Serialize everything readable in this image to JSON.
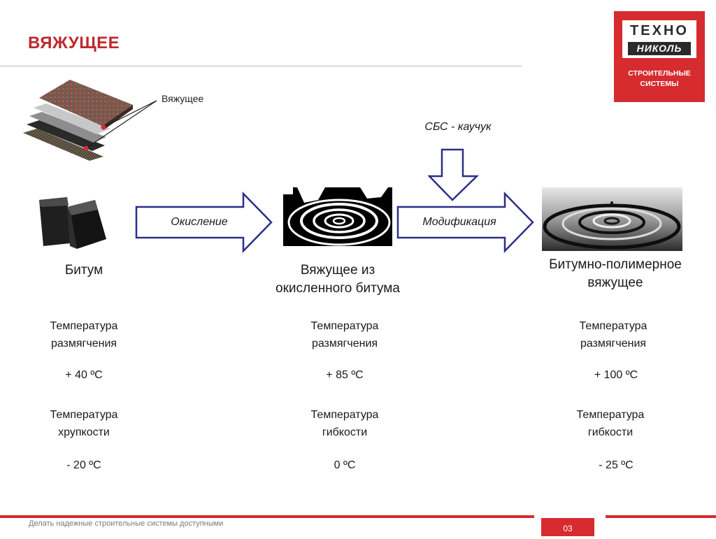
{
  "header": {
    "title": "ВЯЖУЩЕЕ"
  },
  "logo": {
    "line1": "ТЕХНО",
    "line2": "НИКОЛЬ",
    "subtitle_line1": "СТРОИТЕЛЬНЫЕ",
    "subtitle_line2": "СИСТЕМЫ"
  },
  "callout": {
    "label": "Вяжущее"
  },
  "additive": {
    "label": "СБС - каучук"
  },
  "process": {
    "arrow1_label": "Окисление",
    "arrow2_label": "Модификация"
  },
  "columns": [
    {
      "name_line1": "Битум",
      "name_line2": "",
      "param1_line1": "Температура",
      "param1_line2": "размягчения",
      "param1_value": "+ 40 ºС",
      "param2_line1": "Температура",
      "param2_line2": "хрупкости",
      "param2_value": "- 20 ºС"
    },
    {
      "name_line1": "Вяжущее из",
      "name_line2": "окисленного битума",
      "param1_line1": "Температура",
      "param1_line2": "размягчения",
      "param1_value": "+ 85 ºС",
      "param2_line1": "Температура",
      "param2_line2": "гибкости",
      "param2_value": "0 ºС"
    },
    {
      "name_line1": "Битумно-полимерное",
      "name_line2": "вяжущее",
      "param1_line1": "Температура",
      "param1_line2": "размягчения",
      "param1_value": "+ 100 ºС",
      "param2_line1": "Температура",
      "param2_line2": "гибкости",
      "param2_value": "- 25 ºС"
    }
  ],
  "footer": {
    "slogan": "Делать надежные строительные системы доступными",
    "page": "03"
  },
  "colors": {
    "brand_red": "#d62b2f",
    "title_red": "#c0282d",
    "arrow_stroke": "#2b2f8a"
  }
}
